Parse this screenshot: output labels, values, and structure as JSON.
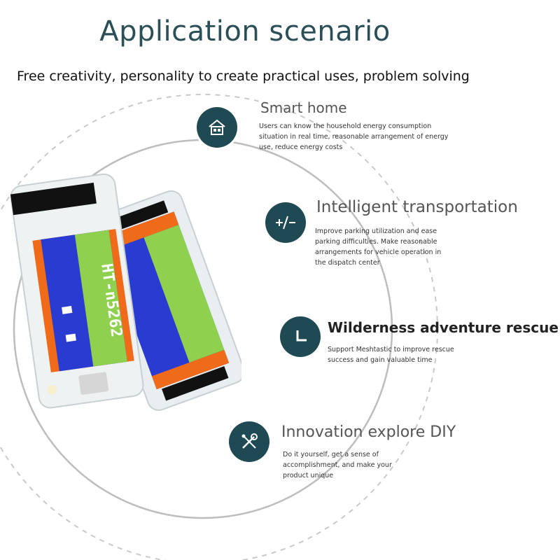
{
  "header": {
    "title": "Application scenario",
    "subtitle": "Free creativity, personality to create practical uses, problem solving"
  },
  "scenarios": [
    {
      "icon": "house-icon",
      "title": "Smart home",
      "lines": [
        "Users can know the household energy consumption",
        "situation in real time, reasonable arrangement of energy",
        "use, reduce energy costs"
      ]
    },
    {
      "icon": "plus-minus-icon",
      "title": "Intelligent transportation",
      "lines": [
        "Improve parking utilization and ease",
        "parking difficulties. Make reasonable",
        "arrangements for vehicle operation in",
        "the dispatch center"
      ]
    },
    {
      "icon": "clock-icon",
      "title": "Wilderness adventure rescue",
      "lines": [
        "Support Meshtastic to improve rescue",
        "success and gain valuable time"
      ]
    },
    {
      "icon": "tools-icon",
      "title": "Innovation explore DIY",
      "lines": [
        "Do it yourself, get a sense of",
        "accomplishment, and make your",
        "product unique"
      ]
    }
  ],
  "device": {
    "screen_text": "HT-n5262",
    "colors": {
      "accent": "#1f4a53",
      "screen_blue": "#2a3bd1",
      "screen_green": "#8fd14f",
      "screen_orange": "#ef6b1a"
    }
  }
}
